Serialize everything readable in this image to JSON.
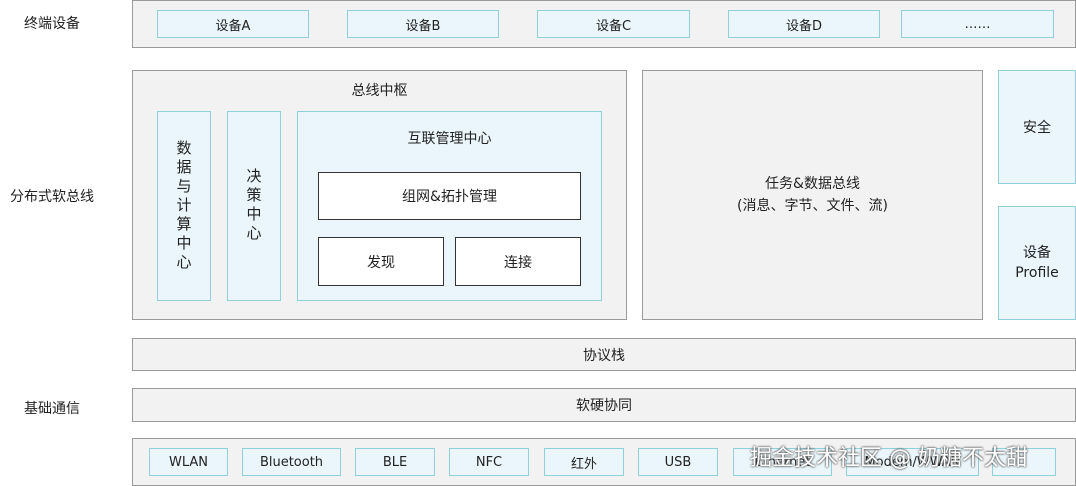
{
  "rows": {
    "terminal": "终端设备",
    "distributed": "分布式软总线",
    "basic": "基础通信"
  },
  "devices": [
    "设备A",
    "设备B",
    "设备C",
    "设备D",
    "……"
  ],
  "bus_hub": {
    "title": "总线中枢",
    "data_compute": "数据与计算中心",
    "decision": "决策中心",
    "interconnect": {
      "title": "互联管理中心",
      "networking": "组网&拓扑管理",
      "discovery": "发现",
      "connection": "连接"
    }
  },
  "task_bus": {
    "line1": "任务&数据总线",
    "line2": "(消息、字节、文件、流)"
  },
  "security": "安全",
  "device_profile": {
    "line1": "设备",
    "line2": "Profile"
  },
  "protocol_stack": "协议栈",
  "hw_sw_coop": "软硬协同",
  "comm_items": [
    "WLAN",
    "Bluetooth",
    "BLE",
    "NFC",
    "红外",
    "USB",
    "Ethernet",
    "Modem/WWAN",
    ""
  ],
  "watermark": "掘金技术社区 @ 奶糖不太甜"
}
